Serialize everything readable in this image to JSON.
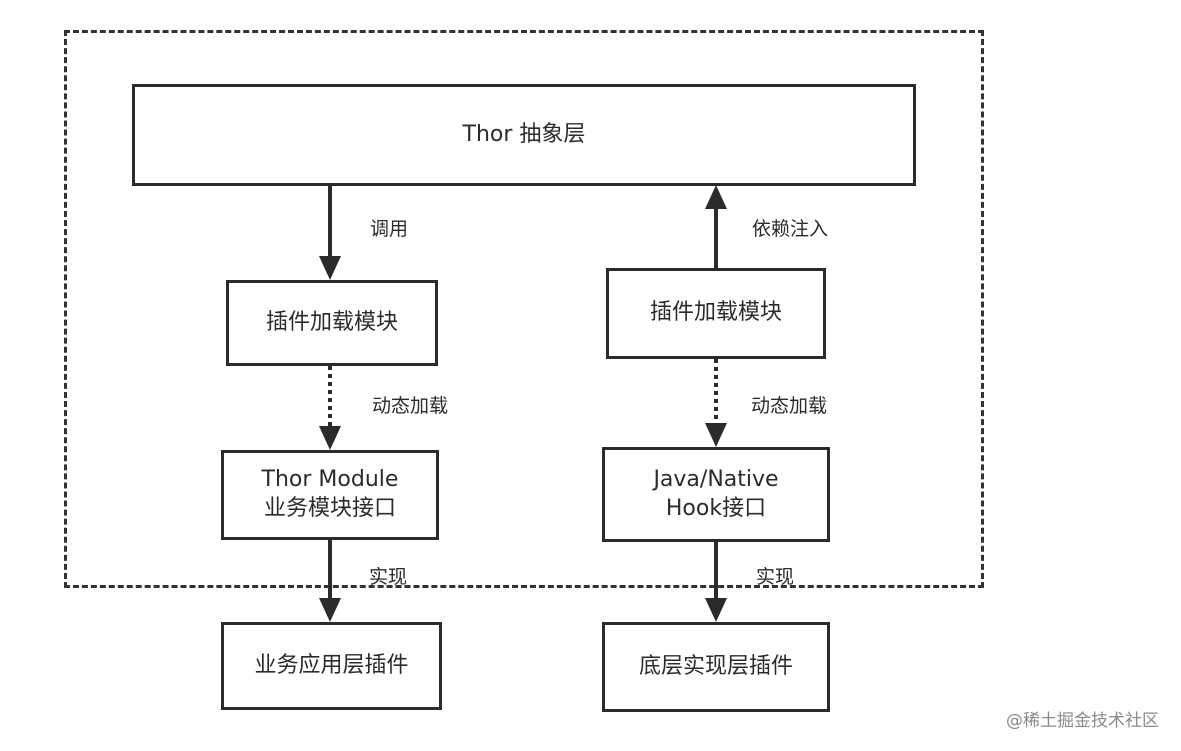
{
  "diagram": {
    "abstraction_layer": {
      "label": "Thor 抽象层"
    },
    "plugin_loader_left": {
      "label": "插件加载模块"
    },
    "plugin_loader_right": {
      "label": "插件加载模块"
    },
    "thor_module_interface": {
      "line1": "Thor Module",
      "line2": "业务模块接口"
    },
    "hook_interface": {
      "line1": "Java/Native",
      "line2": "Hook接口"
    },
    "business_plugin": {
      "label": "业务应用层插件"
    },
    "low_level_plugin": {
      "label": "底层实现层插件"
    },
    "edges": {
      "call": "调用",
      "dependency_injection": "依赖注入",
      "dynamic_load_left": "动态加载",
      "dynamic_load_right": "动态加载",
      "implement_left": "实现",
      "implement_right": "实现"
    },
    "colors": {
      "stroke": "#2b2b2b",
      "background": "#ffffff"
    }
  },
  "watermark": "@稀土掘金技术社区"
}
